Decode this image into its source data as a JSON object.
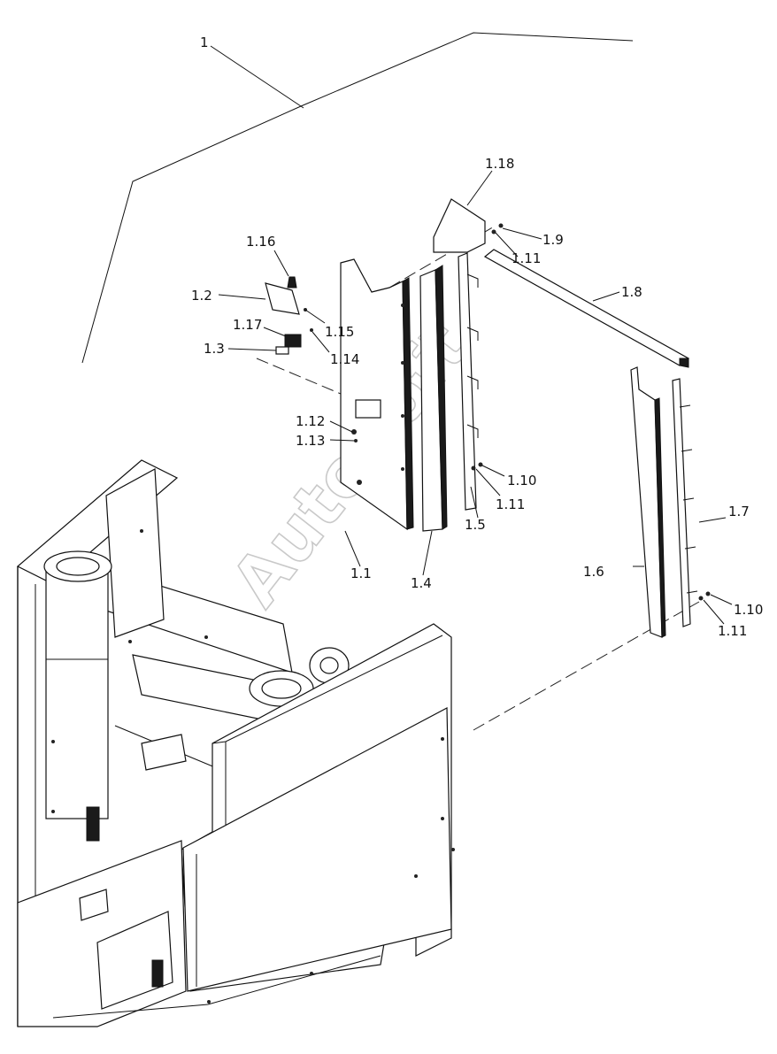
{
  "watermark": "AutoSoft",
  "callouts": [
    {
      "id": "c1",
      "text": "1"
    },
    {
      "id": "c1_1",
      "text": "1.1"
    },
    {
      "id": "c1_2",
      "text": "1.2"
    },
    {
      "id": "c1_3",
      "text": "1.3"
    },
    {
      "id": "c1_4",
      "text": "1.4"
    },
    {
      "id": "c1_5",
      "text": "1.5"
    },
    {
      "id": "c1_6",
      "text": "1.6"
    },
    {
      "id": "c1_7",
      "text": "1.7"
    },
    {
      "id": "c1_8",
      "text": "1.8"
    },
    {
      "id": "c1_9",
      "text": "1.9"
    },
    {
      "id": "c1_10a",
      "text": "1.10"
    },
    {
      "id": "c1_10b",
      "text": "1.10"
    },
    {
      "id": "c1_11a",
      "text": "1.11"
    },
    {
      "id": "c1_11b",
      "text": "1.11"
    },
    {
      "id": "c1_11c",
      "text": "1.11"
    },
    {
      "id": "c1_12",
      "text": "1.12"
    },
    {
      "id": "c1_13",
      "text": "1.13"
    },
    {
      "id": "c1_14",
      "text": "1.14"
    },
    {
      "id": "c1_15",
      "text": "1.15"
    },
    {
      "id": "c1_16",
      "text": "1.16"
    },
    {
      "id": "c1_17",
      "text": "1.17"
    },
    {
      "id": "c1_18",
      "text": "1.18"
    }
  ]
}
